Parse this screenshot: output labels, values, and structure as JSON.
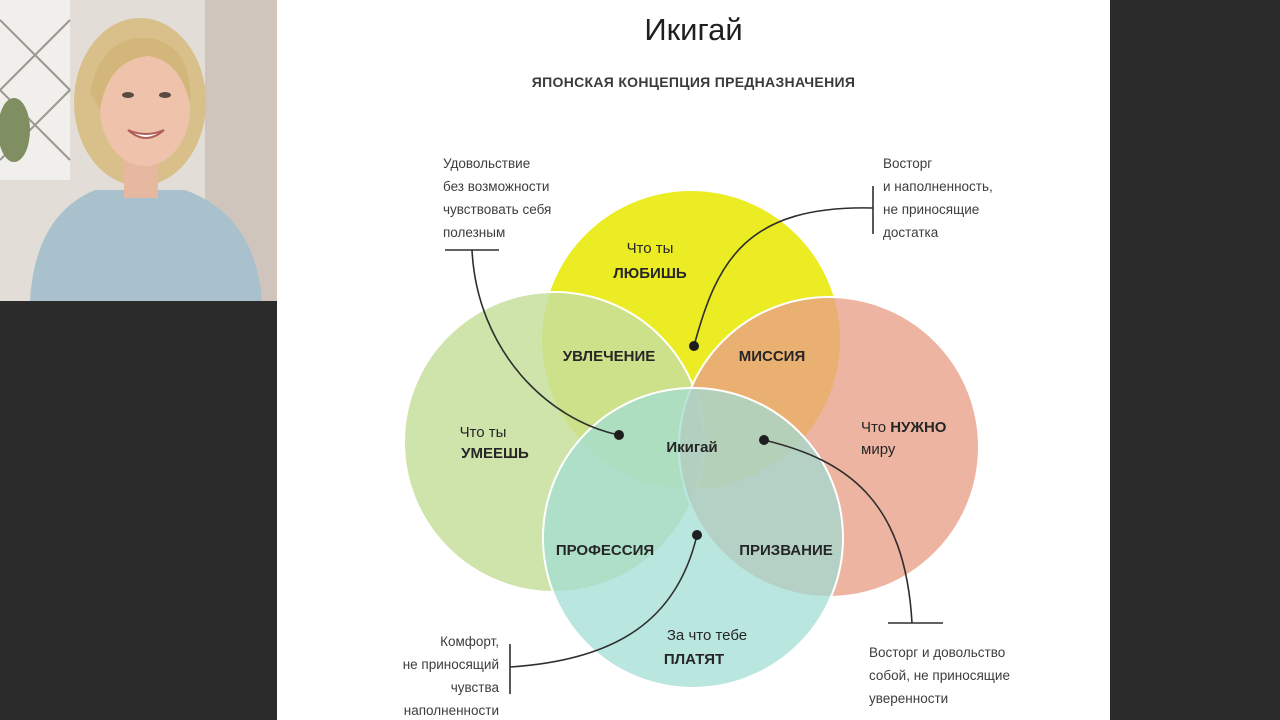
{
  "slide": {
    "title": "Икигай",
    "subtitle": "ЯПОНСКАЯ КОНЦЕПЦИЯ ПРЕДНАЗНАЧЕНИЯ"
  },
  "circles": {
    "love": {
      "line1": "Что ты",
      "line2": "ЛЮБИШЬ",
      "color": "#eaea0c"
    },
    "good_at": {
      "line1": "Что ты",
      "line2": "УМЕЕШЬ",
      "color": "#c7df9c"
    },
    "world_needs": {
      "line1a": "Что ",
      "line1b": "НУЖНО",
      "line2": "миру",
      "color": "#e89f88"
    },
    "paid_for": {
      "line1": "За что тебе",
      "line2": "ПЛАТЯТ",
      "color": "#9fdcd4"
    }
  },
  "intersections": {
    "passion": "УВЛЕЧЕНИЕ",
    "mission": "МИССИЯ",
    "profession": "ПРОФЕССИЯ",
    "vocation": "ПРИЗВАНИЕ",
    "center": "Икигай"
  },
  "annotations": {
    "top_left": [
      "Удовольствие",
      "без возможности",
      "чувствовать себя",
      "полезным"
    ],
    "top_right": [
      "Восторг",
      "и наполненность,",
      "не приносящие",
      "достатка"
    ],
    "bottom_left": [
      "Комфорт,",
      "не приносящий",
      "чувства",
      "наполненности"
    ],
    "bottom_right": [
      "Восторг и довольство",
      "собой, не приносящие",
      "уверенности"
    ]
  }
}
